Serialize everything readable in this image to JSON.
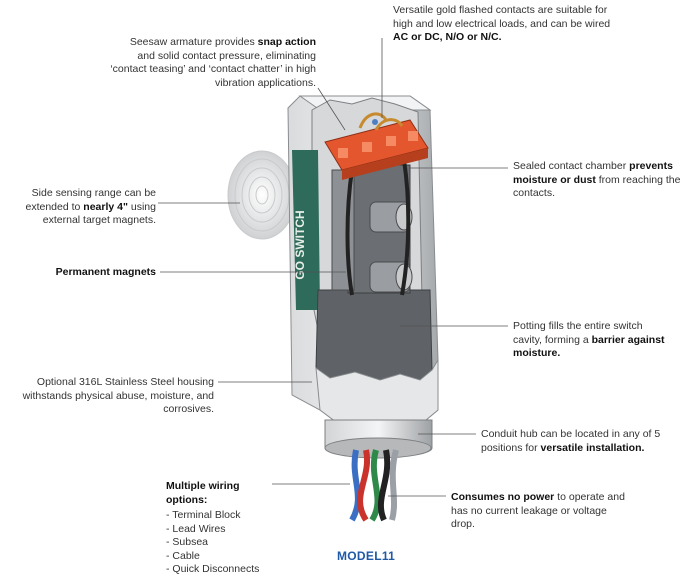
{
  "callouts": {
    "seesaw": {
      "pre": "Seesaw armature provides ",
      "bold": "snap action",
      "post": " and solid contact pressure, eliminating ‘contact teasing’ and ‘contact chatter’ in high vibration applications."
    },
    "contacts": {
      "pre": "Versatile gold flashed contacts are suitable for high and low electrical loads, and can be wired ",
      "bold": "AC or DC, N/O or N/C."
    },
    "side_sensing": {
      "pre": "Side sensing range can be extended to ",
      "bold": "nearly 4\"",
      "post": " using external target magnets."
    },
    "sealed": {
      "pre": "Sealed contact chamber ",
      "bold": "prevents moisture or dust",
      "post": " from reaching the contacts."
    },
    "magnets": {
      "bold": "Permanent magnets"
    },
    "potting": {
      "pre": "Potting fills the entire switch cavity, forming a ",
      "bold": "barrier against moisture."
    },
    "housing": {
      "text": "Optional 316L Stainless Steel housing withstands physical abuse, moisture, and corrosives."
    },
    "conduit": {
      "pre": "Conduit hub can be located in any of 5 positions for ",
      "bold": "versatile installation."
    },
    "wiring": {
      "title": "Multiple wiring options:",
      "items": [
        "- Terminal Block",
        "- Lead Wires",
        "- Subsea",
        "- Cable",
        "- Quick Disconnects"
      ]
    },
    "power": {
      "bold": "Consumes no power",
      "post": " to operate and has no current leakage or voltage drop."
    }
  },
  "label_text": "GO SWITCH",
  "model_label": "MODEL11",
  "colors": {
    "housing": "#b9bcbf",
    "potting": "#5f6266",
    "terminal": "#e4572e",
    "label_green": "#2f6b5a",
    "model_blue": "#1f5aa6"
  }
}
